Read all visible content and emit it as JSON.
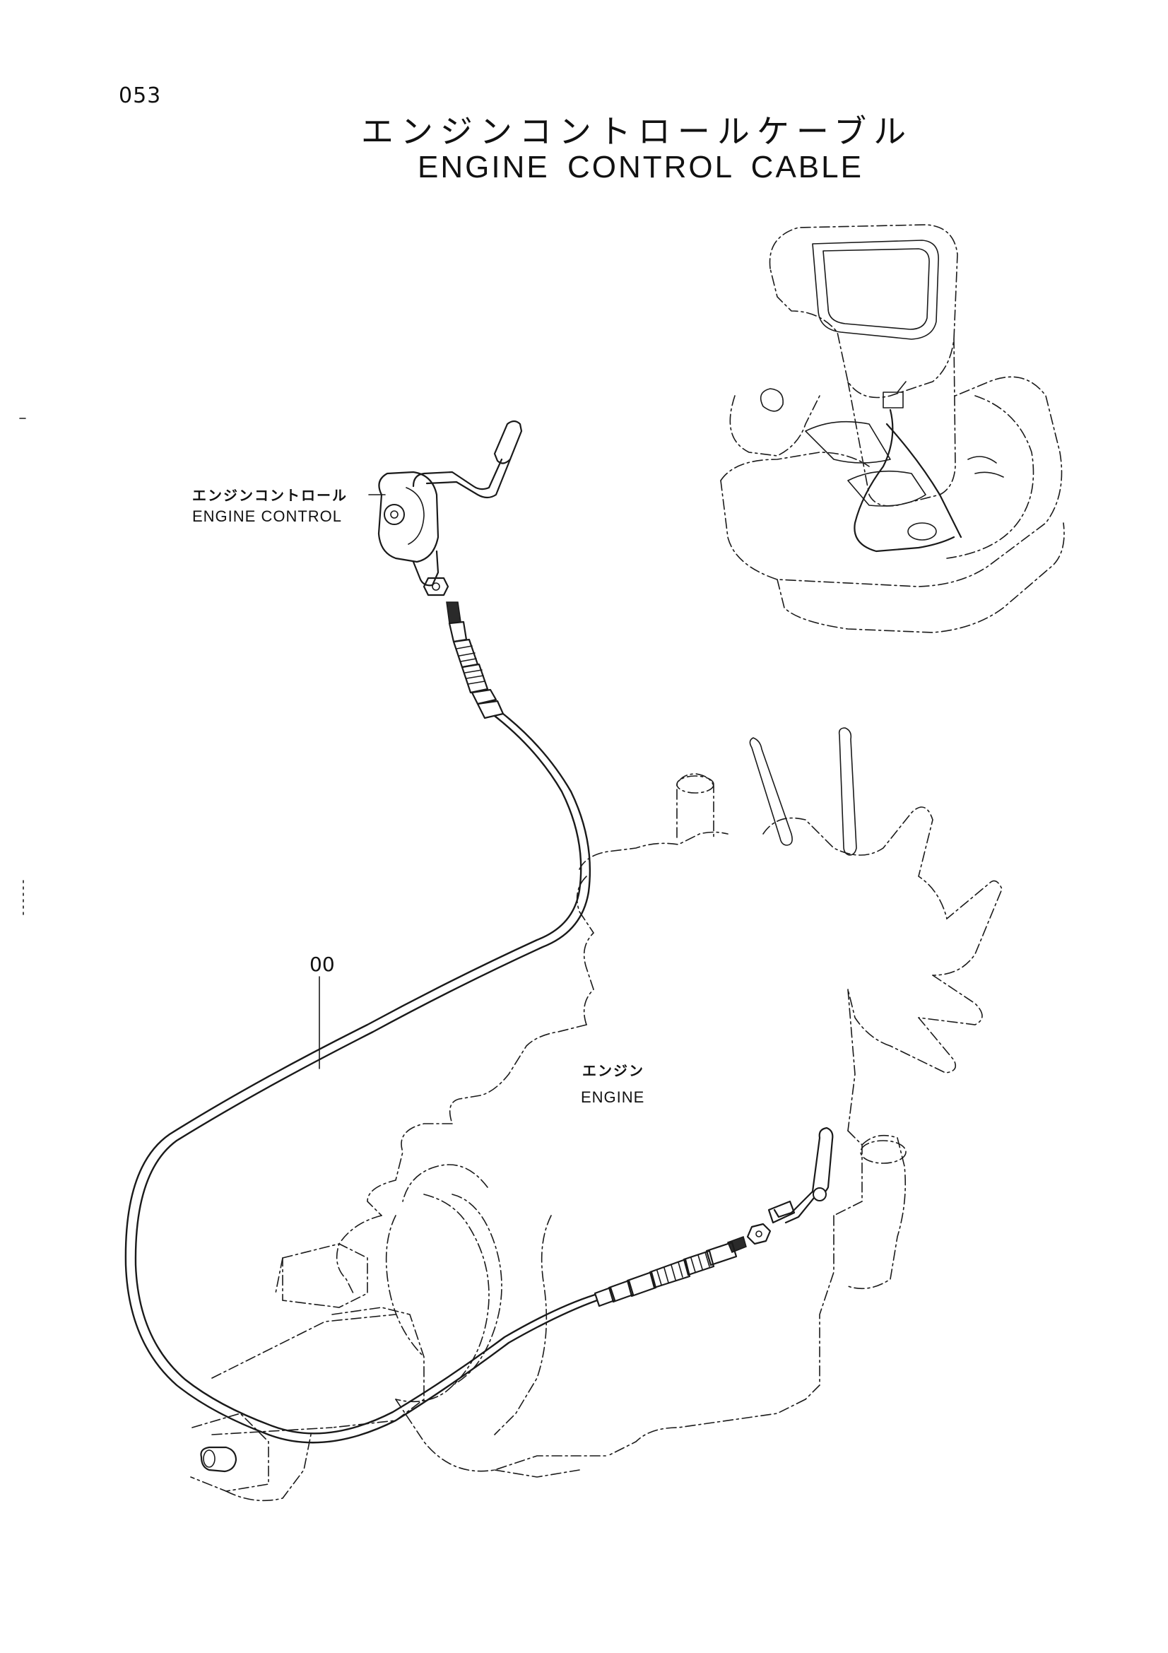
{
  "page": {
    "number": "053",
    "title_jp": "エンジンコントロールケーブル",
    "title_en": "ENGINE CONTROL CABLE"
  },
  "labels": {
    "engine_control_jp": "エンジンコントロール",
    "engine_control_en": "ENGINE CONTROL",
    "engine_jp": "エンジン",
    "engine_en": "ENGINE"
  },
  "parts": {
    "cable_part_number": "00"
  }
}
